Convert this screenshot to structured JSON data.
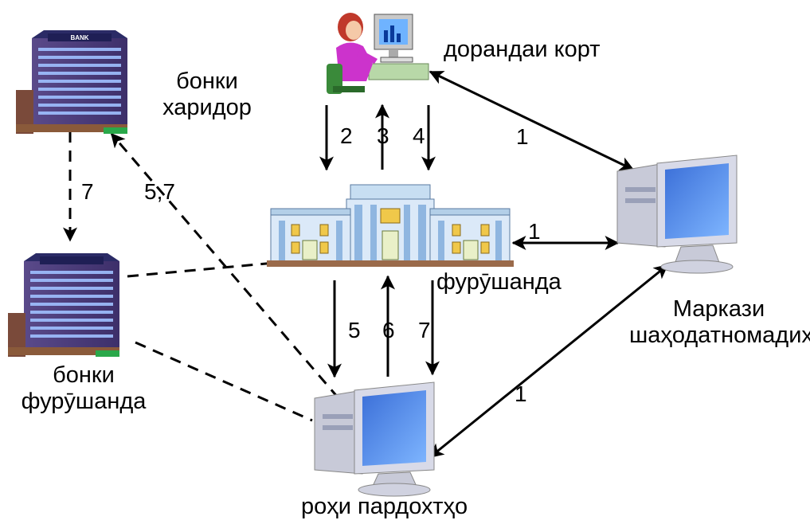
{
  "labels": {
    "cardholder": "дорандаи корт",
    "buyer_bank_line1": "бонки",
    "buyer_bank_line2": "харидор",
    "merchant": "фурӯшанда",
    "seller_bank_line1": "бонки",
    "seller_bank_line2": "фурӯшанда",
    "ca_line1": "Маркази",
    "ca_line2": "шаҳодатномадиҳӣ",
    "gateway": "роҳи пардохтҳо"
  },
  "steps": {
    "s1_cardholder_ca": "1",
    "s1_merchant_ca": "1",
    "s1_gateway_ca": "1",
    "s2": "2",
    "s3": "3",
    "s4": "4",
    "s5_merchant_gateway": "5",
    "s6": "6",
    "s7_merchant_gateway": "7",
    "s57_gateway_bank": "5,7",
    "s7_banks": "7"
  },
  "icons": {
    "cardholder": "person-at-computer-icon",
    "buyer_bank": "bank-building-icon",
    "seller_bank": "bank-building-icon",
    "merchant": "store-building-icon",
    "ca": "computer-icon",
    "gateway": "computer-icon"
  },
  "bank_sign": "BANK"
}
